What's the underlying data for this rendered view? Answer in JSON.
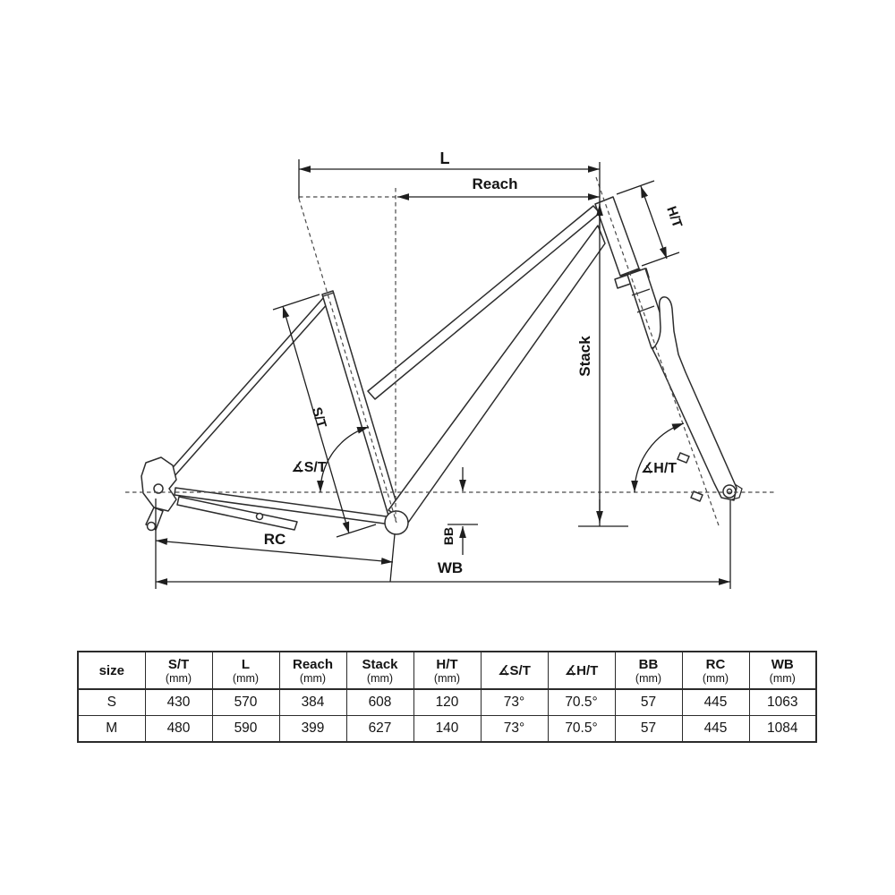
{
  "diagram": {
    "labels": {
      "l": "L",
      "reach": "Reach",
      "ht": "H/T",
      "stack": "Stack",
      "st": "S/T",
      "ast": "∡S/T",
      "aht": "∡H/T",
      "bb": "BB",
      "rc": "RC",
      "wb": "WB"
    }
  },
  "table": {
    "columns": [
      {
        "label": "size",
        "unit": ""
      },
      {
        "label": "S/T",
        "unit": "(mm)"
      },
      {
        "label": "L",
        "unit": "(mm)"
      },
      {
        "label": "Reach",
        "unit": "(mm)"
      },
      {
        "label": "Stack",
        "unit": "(mm)"
      },
      {
        "label": "H/T",
        "unit": "(mm)"
      },
      {
        "label": "∡S/T",
        "unit": ""
      },
      {
        "label": "∡H/T",
        "unit": ""
      },
      {
        "label": "BB",
        "unit": "(mm)"
      },
      {
        "label": "RC",
        "unit": "(mm)"
      },
      {
        "label": "WB",
        "unit": "(mm)"
      }
    ],
    "rows": [
      [
        "S",
        "430",
        "570",
        "384",
        "608",
        "120",
        "73°",
        "70.5°",
        "57",
        "445",
        "1063"
      ],
      [
        "M",
        "480",
        "590",
        "399",
        "627",
        "140",
        "73°",
        "70.5°",
        "57",
        "445",
        "1084"
      ]
    ]
  }
}
